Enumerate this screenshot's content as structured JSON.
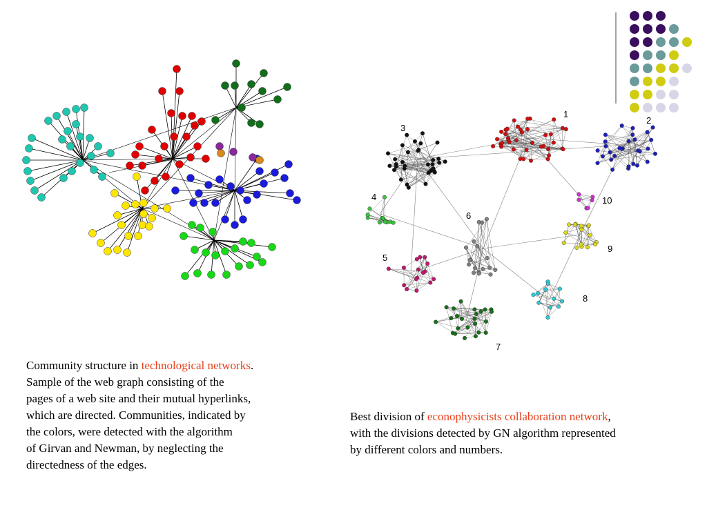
{
  "decoration": {
    "dot_colors": [
      "#3a0f5e",
      "#6a9a9a",
      "#cfcc12",
      "#d8d6e6"
    ]
  },
  "left_figure": {
    "community_colors": [
      "#1fc7b0",
      "#e00000",
      "#126e1a",
      "#ffe600",
      "#1b1bdd",
      "#18d818",
      "#8a2a9a",
      "#d98a1a"
    ],
    "caption": {
      "prefix": "Community structure in ",
      "highlight": "technological networks",
      "suffix": ".",
      "lines": [
        "Sample of the web graph consisting of the",
        "pages of a web site and their mutual hyperlinks,",
        "which are directed. Communities, indicated by",
        "the colors, were detected with the algorithm",
        "of Girvan and Newman, by neglecting the",
        "directedness of the edges."
      ]
    }
  },
  "right_figure": {
    "communities": [
      {
        "label": "1",
        "color": "#d01010"
      },
      {
        "label": "2",
        "color": "#1e20b8"
      },
      {
        "label": "3",
        "color": "#111111"
      },
      {
        "label": "4",
        "color": "#3cc040"
      },
      {
        "label": "5",
        "color": "#c01870"
      },
      {
        "label": "6",
        "color": "#808080"
      },
      {
        "label": "7",
        "color": "#1a6e1a"
      },
      {
        "label": "8",
        "color": "#30c8d8"
      },
      {
        "label": "9",
        "color": "#dcd820"
      },
      {
        "label": "10",
        "color": "#d030d0"
      }
    ],
    "caption": {
      "prefix": "Best division of ",
      "highlight": "econophysicists collaboration network",
      "suffix": ",",
      "lines": [
        "with the divisions detected by GN algorithm represented",
        "by different colors and numbers."
      ]
    }
  }
}
